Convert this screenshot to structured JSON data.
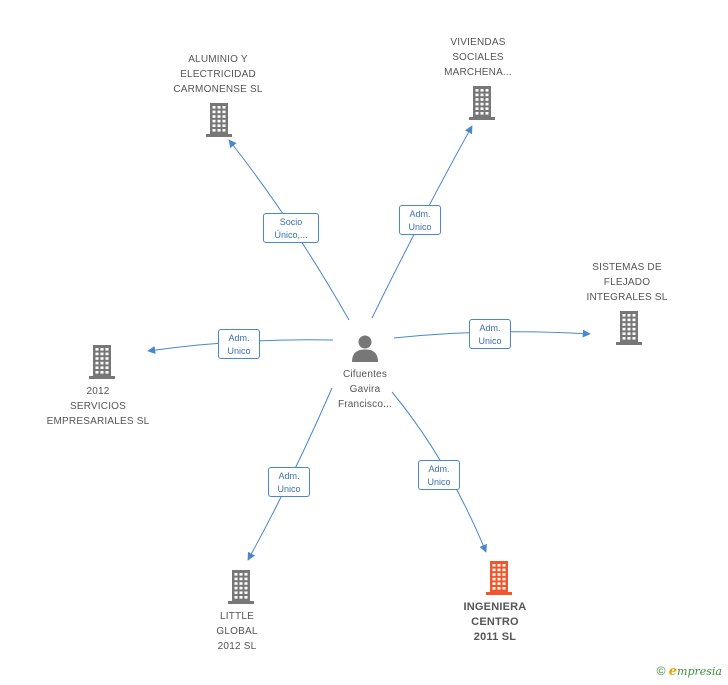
{
  "center": {
    "lines": [
      "Cifuentes",
      "Gavira",
      "Francisco..."
    ]
  },
  "companies": [
    {
      "id": "aluminio",
      "lines": [
        "ALUMINIO Y",
        "ELECTRICIDAD",
        "CARMONENSE SL"
      ],
      "highlight": false
    },
    {
      "id": "viviendas",
      "lines": [
        "VIVIENDAS",
        "SOCIALES",
        "MARCHENA..."
      ],
      "highlight": false
    },
    {
      "id": "sistemas",
      "lines": [
        "SISTEMAS DE",
        "FLEJADO",
        "INTEGRALES SL"
      ],
      "highlight": false
    },
    {
      "id": "servicios",
      "lines": [
        "2012",
        "SERVICIOS",
        "EMPRESARIALES SL"
      ],
      "highlight": false
    },
    {
      "id": "little",
      "lines": [
        "LITTLE",
        "GLOBAL",
        "2012 SL"
      ],
      "highlight": false
    },
    {
      "id": "ingeniera",
      "lines": [
        "INGENIERA",
        "CENTRO",
        "2011 SL"
      ],
      "highlight": true
    }
  ],
  "relations": [
    {
      "target": "aluminio",
      "lines": [
        "Socio",
        "Único,..."
      ]
    },
    {
      "target": "viviendas",
      "lines": [
        "Adm.",
        "Unico"
      ]
    },
    {
      "target": "sistemas",
      "lines": [
        "Adm.",
        "Unico"
      ]
    },
    {
      "target": "servicios",
      "lines": [
        "Adm.",
        "Unico"
      ]
    },
    {
      "target": "little",
      "lines": [
        "Adm.",
        "Unico"
      ]
    },
    {
      "target": "ingeniera",
      "lines": [
        "Adm.",
        "Unico"
      ]
    }
  ],
  "colors": {
    "edge": "#4a86d1",
    "building": "#777777",
    "building_highlight": "#f0572b",
    "person": "#777777"
  },
  "icons": {
    "company": "building-icon",
    "person": "person-icon",
    "copyright": "copyright-icon"
  },
  "footer": {
    "symbol": "©",
    "brand_first": "e",
    "brand_rest": "mpresia"
  }
}
